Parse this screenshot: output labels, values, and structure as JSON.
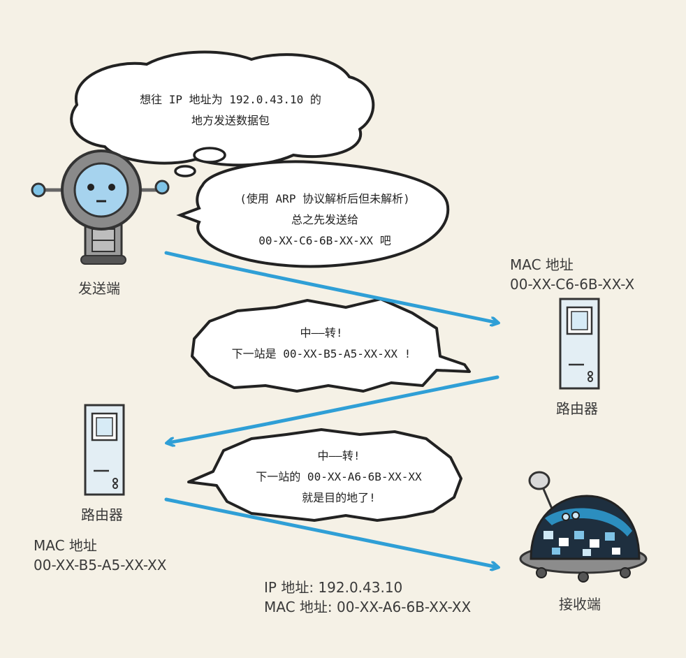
{
  "sender": {
    "label": "发送端",
    "thought": {
      "line1": "想往 IP 地址为 192.0.43.10 的",
      "line2": "地方发送数据包"
    },
    "speech": {
      "line1": "(使用 ARP 协议解析后但未解析)",
      "line2": "总之先发送给",
      "line3": "00-XX-C6-6B-XX-XX 吧"
    }
  },
  "router1": {
    "label": "路由器",
    "mac_title": "MAC 地址",
    "mac_value": "00-XX-C6-6B-XX-X",
    "speech": {
      "line1": "中——转!",
      "line2": "下一站是 00-XX-B5-A5-XX-XX !"
    }
  },
  "router2": {
    "label": "路由器",
    "mac_title": "MAC 地址",
    "mac_value": "00-XX-B5-A5-XX-XX",
    "speech": {
      "line1": "中——转!",
      "line2": "下一站的 00-XX-A6-6B-XX-XX",
      "line3": "就是目的地了!"
    }
  },
  "receiver": {
    "label": "接收端",
    "ip_line": "IP 地址: 192.0.43.10",
    "mac_line": "MAC 地址: 00-XX-A6-6B-XX-XX"
  },
  "colors": {
    "background": "#f5f1e6",
    "arrow": "#2f9fd6",
    "outline": "#222222",
    "bubble": "#ffffff"
  }
}
